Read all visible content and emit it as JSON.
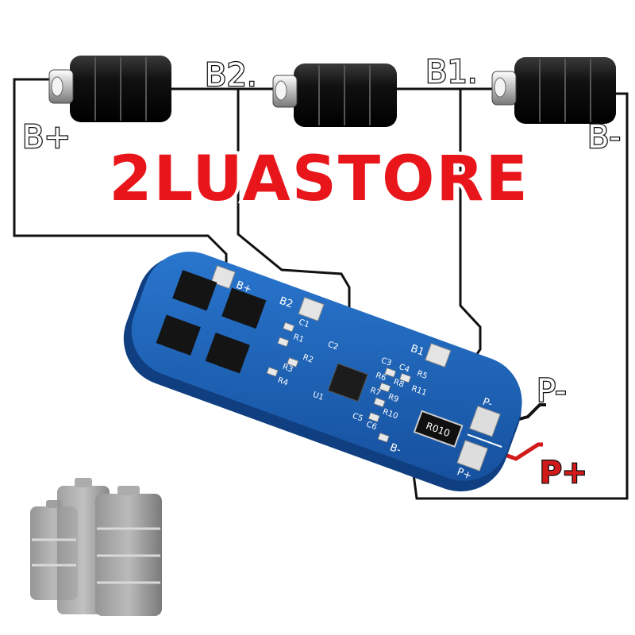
{
  "labels": {
    "b_plus": "B+",
    "b2": "B2.",
    "b1": "B1.",
    "b_minus": "B-",
    "p_minus": "P-",
    "p_plus": "P+"
  },
  "watermark": "2LUASTORE",
  "board": {
    "pad_b_plus": "B+",
    "pad_b2": "B2",
    "pad_b1": "B1",
    "pad_b_minus": "B-",
    "pad_p_minus": "P-",
    "pad_p_plus": "P+",
    "resistor_value": "R010",
    "silk": [
      "C1",
      "R1",
      "C2",
      "R2",
      "R3",
      "R4",
      "U1",
      "C3",
      "C4",
      "R5",
      "R6",
      "R7",
      "R8",
      "R9",
      "R10",
      "R11",
      "C5",
      "C6"
    ]
  },
  "colors": {
    "wire": "#111111",
    "p_plus_wire": "#d11a1a",
    "watermark_red": "#e8161b",
    "pcb_blue": "#1a5fb4",
    "battery_black": "#1a1a1a"
  }
}
